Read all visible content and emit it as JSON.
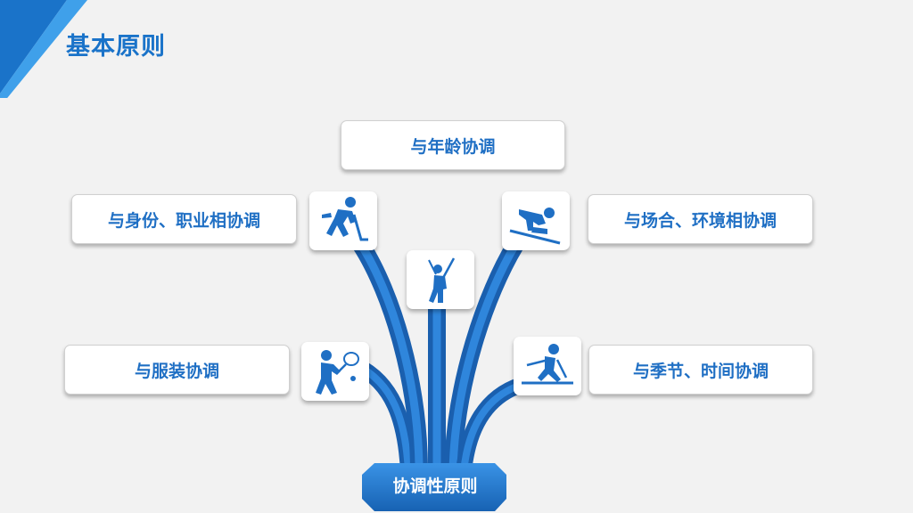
{
  "title": "基本原则",
  "center": "协调性原则",
  "boxes": {
    "age": "与年龄协调",
    "identity": "与身份、职业相协调",
    "occasion": "与场合、环境相协调",
    "clothing": "与服装协调",
    "season": "与季节、时间协调"
  },
  "icons": [
    "hockey-player-icon",
    "golfer-icon",
    "skier-icon",
    "tennis-player-icon",
    "cross-country-skier-icon"
  ],
  "colors": {
    "accent": "#1a73c9",
    "stem": "#1f6fc4",
    "background": "#f2f2f2"
  }
}
